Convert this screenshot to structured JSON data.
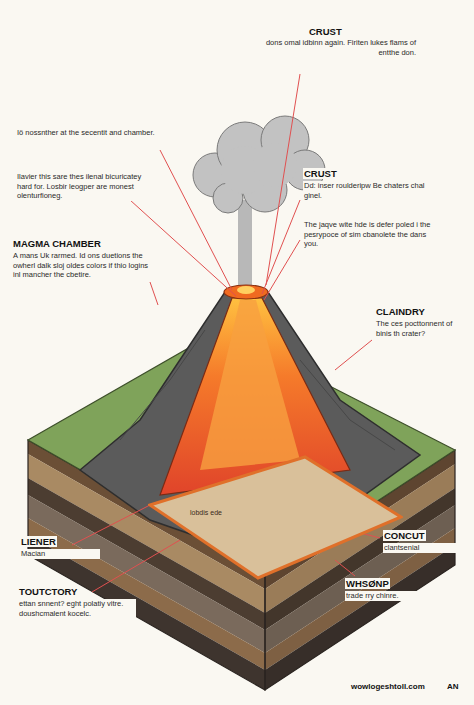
{
  "diagram": {
    "nodes": [
      {
        "text": [
          "lobdis ede"
        ]
      }
    ],
    "labels": [
      "CRUST",
      "dons omal idbinn again. Firiten lukes flams of entthe don.",
      "Iö nossnther at the secentit and chamber.",
      "Ilavier this sare thes ilenal bicuricatey hard for. Losbir leogper are monest olenturfioneg.",
      "MAGMA CHAMBER",
      "A mans Uk rarmed. Id ons duetions the owherl dalk sloj oldes colors if thio logins inl mancher the cbetire.",
      "CRUST",
      "Dd: inser roulderipw Be chaters chal ginel.",
      "The jaqve wite hde is defer poled i the pesrypoce of sim cbanolete the dans you.",
      "CLAINDRY",
      "The ces pocttonnent of binis th crater?",
      "LIENER",
      "Macian",
      "TOUTCTORY",
      "ettan snnent? eght polatiy vitre. doushcmalent kocelc.",
      "CONCUT",
      "clantsenial",
      "WHSØNP",
      "trade rry chinre.",
      "wowlogeshtoll.com",
      "AN"
    ]
  }
}
